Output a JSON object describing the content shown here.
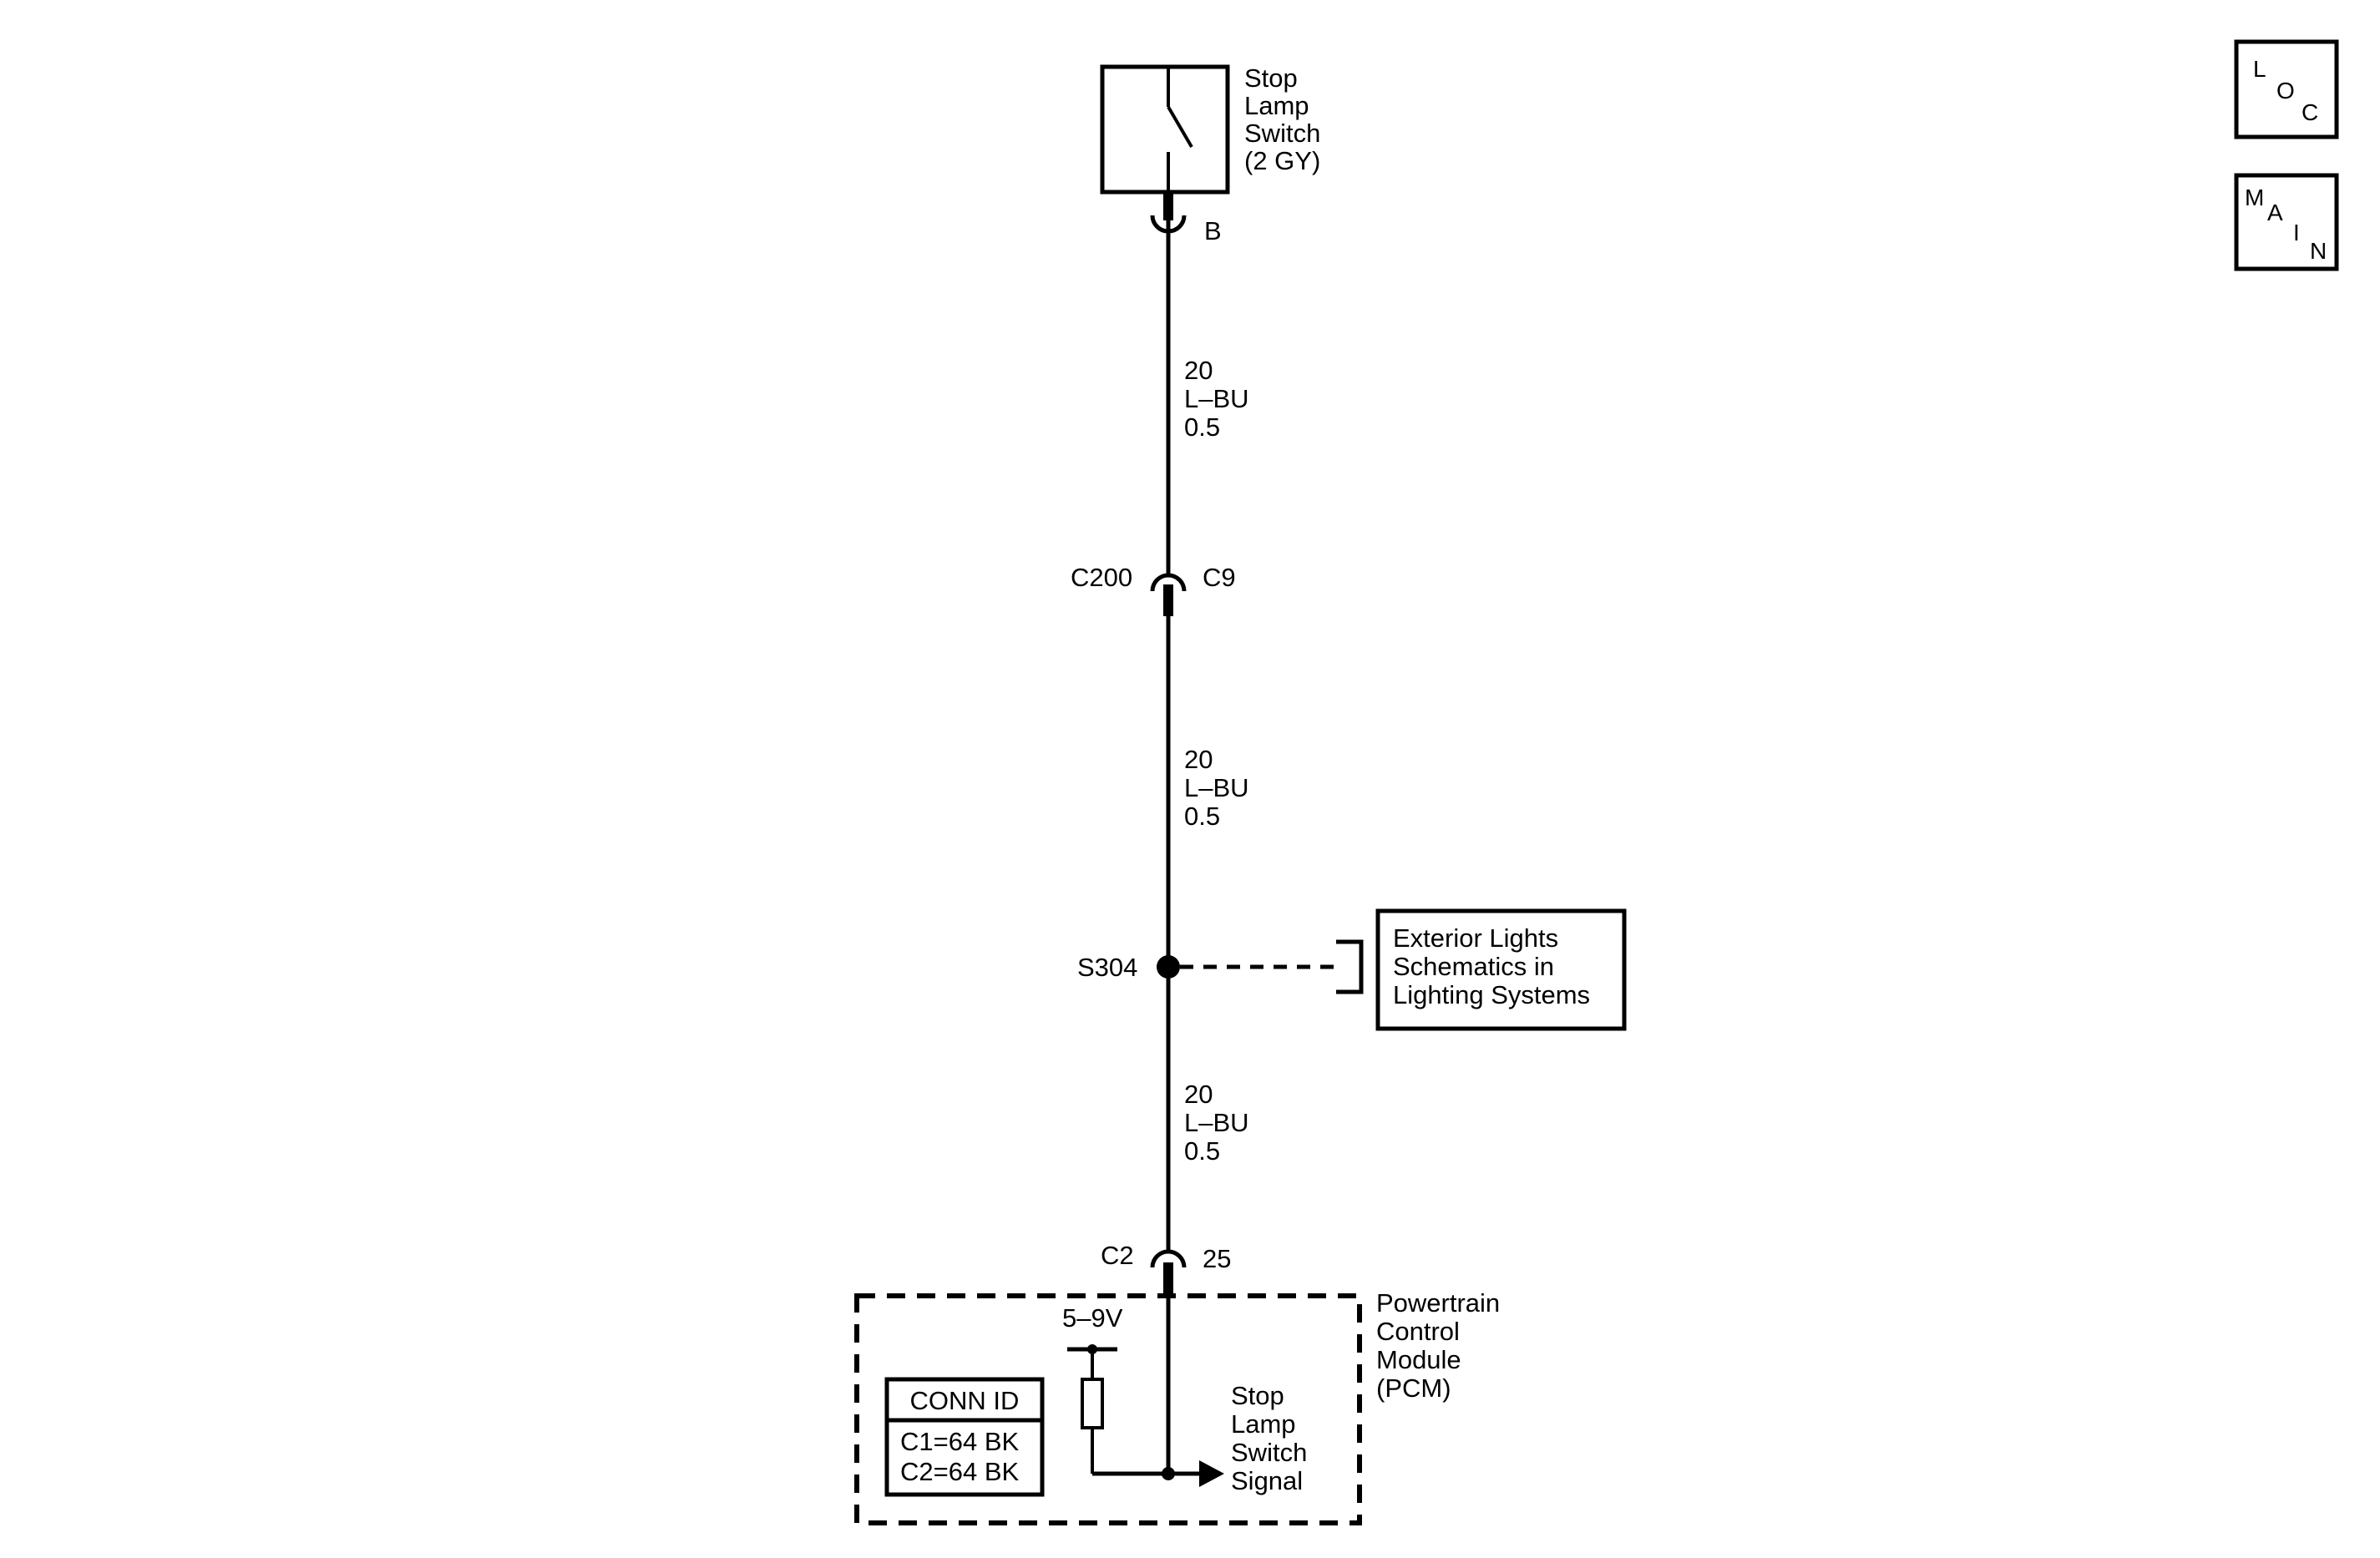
{
  "stop_lamp_switch": {
    "label_lines": [
      "Stop",
      "Lamp",
      "Switch",
      "(2 GY)"
    ],
    "pin": "B"
  },
  "wire_segments": [
    {
      "circuit": "20",
      "color": "L–BU",
      "gauge": "0.5"
    },
    {
      "circuit": "20",
      "color": "L–BU",
      "gauge": "0.5"
    },
    {
      "circuit": "20",
      "color": "L–BU",
      "gauge": "0.5"
    }
  ],
  "inline_connector": {
    "left": "C200",
    "right": "C9"
  },
  "splice": {
    "id": "S304",
    "reference_lines": [
      "Exterior Lights",
      "Schematics in",
      "Lighting Systems"
    ]
  },
  "pcm_connector": {
    "left": "C2",
    "right": "25"
  },
  "pcm": {
    "label_lines": [
      "Powertrain",
      "Control",
      "Module",
      "(PCM)"
    ],
    "voltage": "5–9V",
    "signal_lines": [
      "Stop",
      "Lamp",
      "Switch",
      "Signal"
    ],
    "conn_id": {
      "title": "CONN ID",
      "rows": [
        "C1=64 BK",
        "C2=64 BK"
      ]
    }
  },
  "nav": {
    "loc": [
      "L",
      "O",
      "C"
    ],
    "main": [
      "M",
      "A",
      "I",
      "N"
    ]
  }
}
